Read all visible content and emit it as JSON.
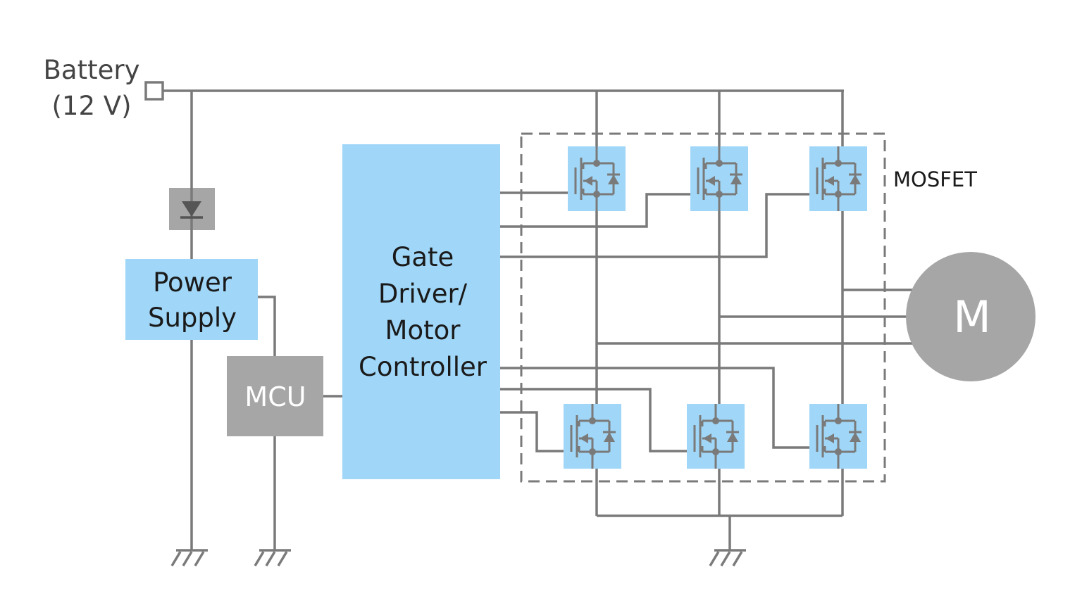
{
  "battery": {
    "line1": "Battery",
    "line2": "(12 V)"
  },
  "power_supply": {
    "line1": "Power",
    "line2": "Supply"
  },
  "mcu": {
    "label": "MCU"
  },
  "gate_driver": {
    "line1": "Gate",
    "line2": "Driver/",
    "line3": "Motor",
    "line4": "Controller"
  },
  "mosfet_group": {
    "label": "MOSFET"
  },
  "motor": {
    "label": "M"
  },
  "colors": {
    "wire": "#7a7a7a",
    "block_blue": "#a0d6f7",
    "block_gray": "#a6a6a6",
    "text_dark": "#1a1a1a",
    "text_light": "#ffffff"
  }
}
